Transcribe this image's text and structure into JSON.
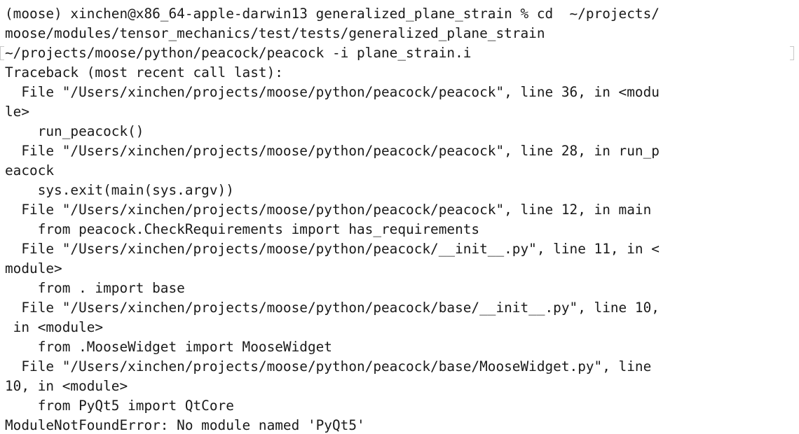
{
  "terminal": {
    "lines": [
      "(moose) xinchen@x86_64-apple-darwin13 generalized_plane_strain % cd  ~/projects/",
      "moose/modules/tensor_mechanics/test/tests/generalized_plane_strain",
      "~/projects/moose/python/peacock/peacock -i plane_strain.i",
      "Traceback (most recent call last):",
      "  File \"/Users/xinchen/projects/moose/python/peacock/peacock\", line 36, in <modu",
      "le>",
      "    run_peacock()",
      "  File \"/Users/xinchen/projects/moose/python/peacock/peacock\", line 28, in run_p",
      "eacock",
      "    sys.exit(main(sys.argv))",
      "  File \"/Users/xinchen/projects/moose/python/peacock/peacock\", line 12, in main",
      "    from peacock.CheckRequirements import has_requirements",
      "  File \"/Users/xinchen/projects/moose/python/peacock/__init__.py\", line 11, in <",
      "module>",
      "    from . import base",
      "  File \"/Users/xinchen/projects/moose/python/peacock/base/__init__.py\", line 10,",
      " in <module>",
      "    from .MooseWidget import MooseWidget",
      "  File \"/Users/xinchen/projects/moose/python/peacock/base/MooseWidget.py\", line",
      "10, in <module>",
      "    from PyQt5 import QtCore",
      "ModuleNotFoundError: No module named 'PyQt5'"
    ]
  }
}
